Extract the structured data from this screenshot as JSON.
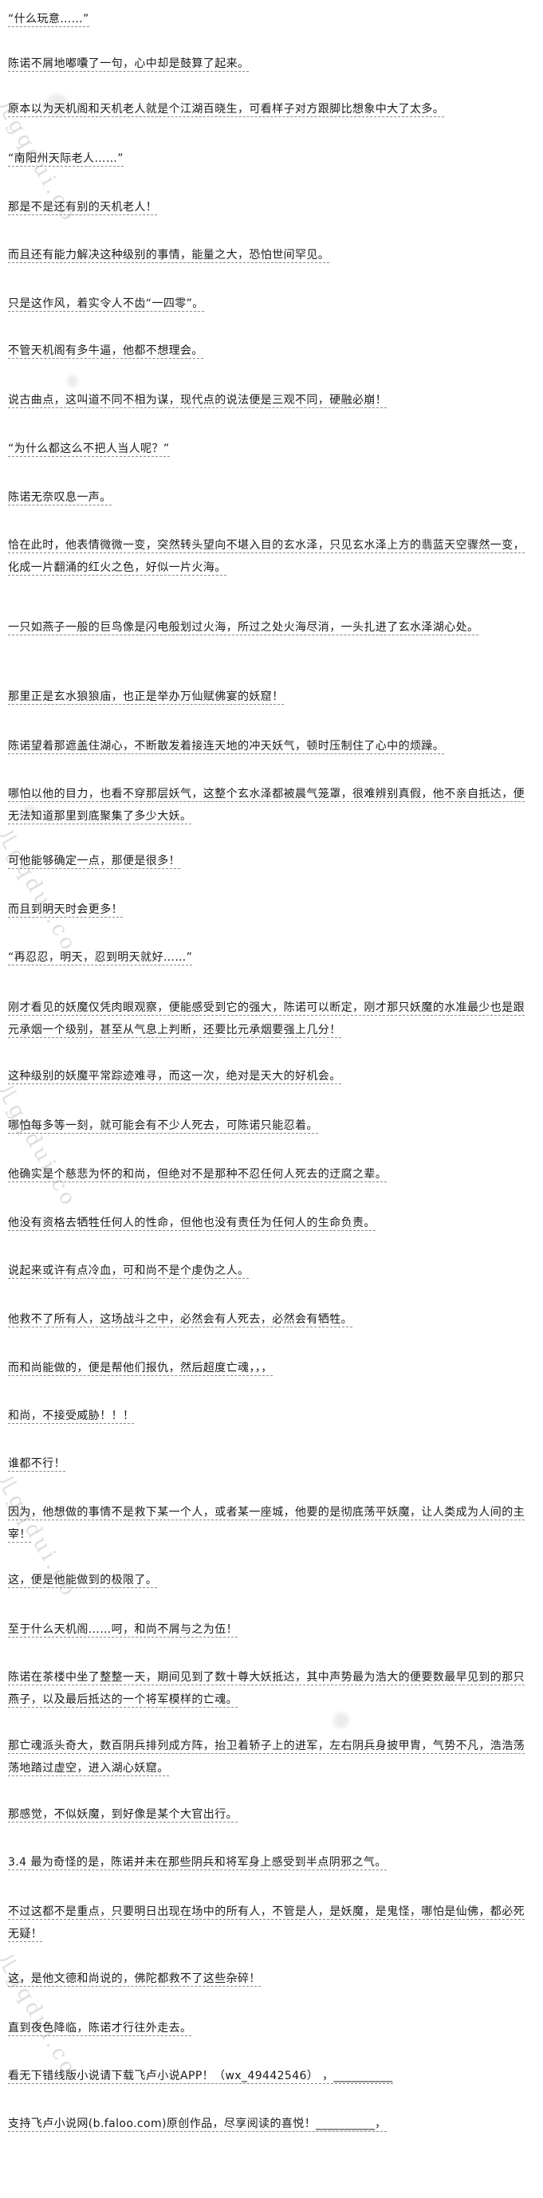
{
  "watermark_text": "ㄦgqdui.co",
  "paragraphs": [
    "“什么玩意……”",
    "陈诺不屑地嘟囔了一句，心中却是鼓算了起来。",
    "原本以为天机阁和天机老人就是个江湖百晓生，可看样子对方跟脚比想象中大了太多。",
    "“南阳州天际老人……”",
    "那是不是还有别的天机老人！",
    "而且还有能力解决这种级别的事情，能量之大，恐怕世间罕见。",
    "只是这作风，着实令人不齿“一四零”。",
    "不管天机阁有多牛逼，他都不想理会。",
    "说古曲点，这叫道不同不相为谋，现代点的说法便是三观不同，硬融必崩！",
    "“为什么都这么不把人当人呢？”",
    "陈诺无奈叹息一声。",
    "恰在此时，他表情微微一变，突然转头望向不堪入目的玄水泽，只见玄水泽上方的翡蓝天空骤然一变，化成一片翻涌的红火之色，好似一片火海。",
    "一只如燕子一般的巨鸟像是闪电般划过火海，所过之处火海尽消，一头扎进了玄水泽湖心处。",
    "那里正是玄水狼狼庙，也正是举办万仙赋佛宴的妖窟！",
    "陈诺望着那遮盖住湖心，不断散发着接连天地的冲天妖气，顿时压制住了心中的烦躁。",
    "哪怕以他的目力，也看不穿那层妖气，这整个玄水泽都被晨气笼罩，很难辨别真假，他不亲自抵达，便无法知道那里到底聚集了多少大妖。",
    "可他能够确定一点，那便是很多！",
    "而且到明天时会更多！",
    "“再忍忍，明天，忍到明天就好……”",
    "刚才看见的妖魔仅凭肉眼观察，便能感受到它的强大，陈诺可以断定，刚才那只妖魔的水准最少也是跟元承烟一个级别，甚至从气息上判断，还要比元承烟要强上几分！",
    "这种级别的妖魔平常踪迹难寻，而这一次，绝对是天大的好机会。",
    "哪怕每多等一刻，就可能会有不少人死去，可陈诺只能忍着。",
    "他确实是个慈悲为怀的和尚，但绝对不是那种不忍任何人死去的迂腐之辈。",
    "他没有资格去牺牲任何人的性命，但他也没有责任为任何人的生命负责。",
    "说起来或许有点冷血，可和尚不是个虔伪之人。",
    "他救不了所有人，这场战斗之中，必然会有人死去，必然会有牺牲。",
    "而和尚能做的，便是帮他们报仇，然后超度亡魂，，，",
    "和尚，不接受威胁！！！",
    "谁都不行！",
    "因为，他想做的事情不是救下某一个人，或者某一座城，他要的是彻底荡平妖魔，让人类成为人间的主宰！",
    "这，便是他能做到的极限了。",
    "至于什么天机阁……呵，和尚不屑与之为伍！",
    "陈诺在茶楼中坐了整整一天，期间见到了数十尊大妖抵达，其中声势最为浩大的便要数最早见到的那只燕子，以及最后抵达的一个将军模样的亡魂。",
    "那亡魂派头奇大，数百阴兵排列成方阵，抬卫着轿子上的进军，左右阴兵身披甲胄，气势不凡，浩浩荡荡地踏过虚空，进入湖心妖窟。",
    "那感觉，不似妖魔，到好像是某个大官出行。",
    "3.4   最为奇怪的是，陈诺并未在那些阴兵和将军身上感受到半点阴邪之气。",
    "不过这都不是重点，只要明日出现在场中的所有人，不管是人，是妖魔，是鬼怪，哪怕是仙佛，都必死无疑！",
    "这，是他文德和尚说的，佛陀都救不了这些杂碎！",
    "直到夜色降临，陈诺才行往外走去。",
    "看无下错线版小说请下载飞卢小说APP！（wx_49442546）     ，__________",
    "支持飞卢小说网(b.faloo.com)原创作品，尽享阅读的喜悦！__________，"
  ]
}
